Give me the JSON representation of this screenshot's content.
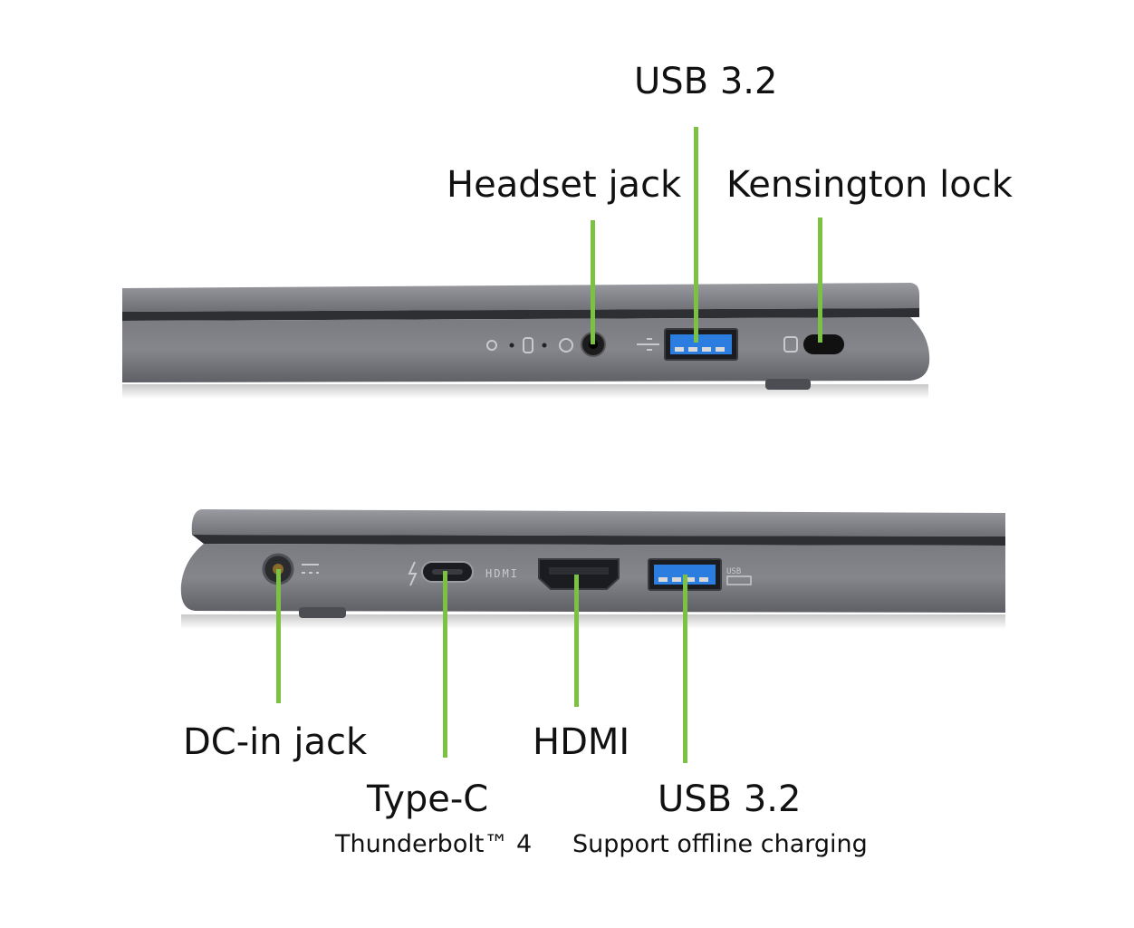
{
  "labels": {
    "right_side": {
      "usb_top": "USB 3.2",
      "headset": "Headset jack",
      "kensington": "Kensington lock"
    },
    "left_side": {
      "dc_in": "DC-in jack",
      "type_c": "Type-C",
      "type_c_sub": "Thunderbolt™ 4",
      "hdmi": "HDMI",
      "usb_bottom": "USB 3.2",
      "usb_bottom_sub": "Support offline charging"
    },
    "port_marks": {
      "hdmi_logo": "HDMI",
      "usb_logo": "USB"
    }
  },
  "colors": {
    "leader_line": "#7bc142",
    "chassis": "#6b6c72",
    "chassis_light": "#8b8c92",
    "usb_blue": "#2c7de0"
  }
}
